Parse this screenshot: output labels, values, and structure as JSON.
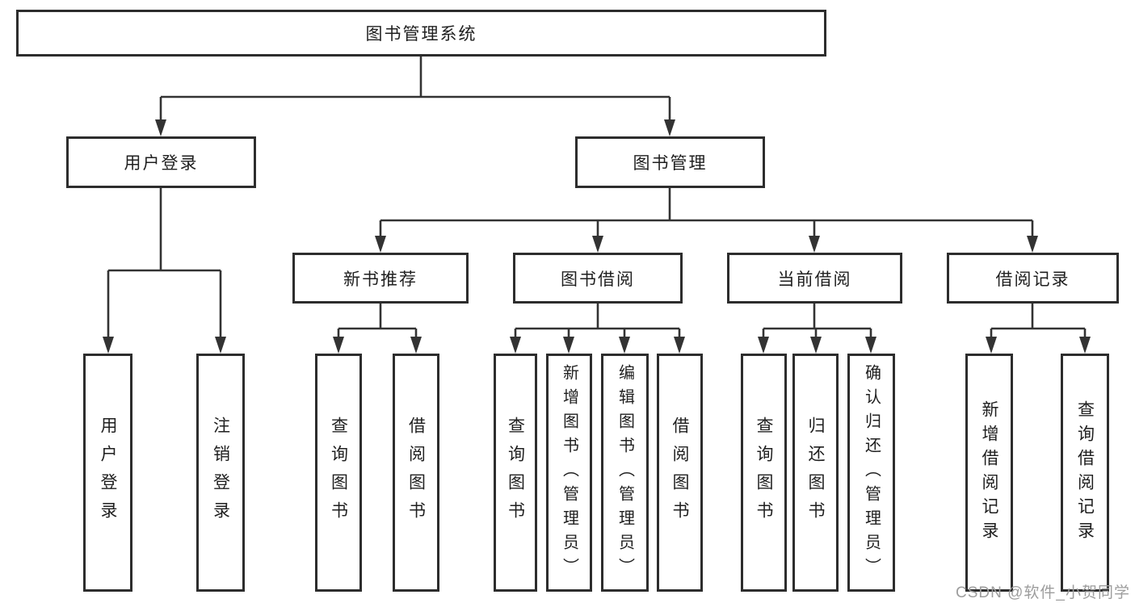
{
  "diagram": {
    "root": {
      "label": "图书管理系统"
    },
    "login": {
      "label": "用户登录",
      "children": [
        {
          "label": "用户登录"
        },
        {
          "label": "注销登录"
        }
      ]
    },
    "manage": {
      "label": "图书管理",
      "sections": [
        {
          "label": "新书推荐",
          "children": [
            {
              "label": "查询图书"
            },
            {
              "label": "借阅图书"
            }
          ]
        },
        {
          "label": "图书借阅",
          "children": [
            {
              "label": "查询图书"
            },
            {
              "label": "新增图书（管理员）"
            },
            {
              "label": "编辑图书（管理员）"
            },
            {
              "label": "借阅图书"
            }
          ]
        },
        {
          "label": "当前借阅",
          "children": [
            {
              "label": "查询图书"
            },
            {
              "label": "归还图书"
            },
            {
              "label": "确认归还（管理员）"
            }
          ]
        },
        {
          "label": "借阅记录",
          "children": [
            {
              "label": "新增借阅记录"
            },
            {
              "label": "查询借阅记录"
            }
          ]
        }
      ]
    }
  },
  "watermark": {
    "text": "CSDN @软件_小贺同学"
  },
  "colors": {
    "line": "#333333",
    "border": "#2d2d2d",
    "text": "#1f1f1f",
    "watermark": "#9d9d9d"
  }
}
